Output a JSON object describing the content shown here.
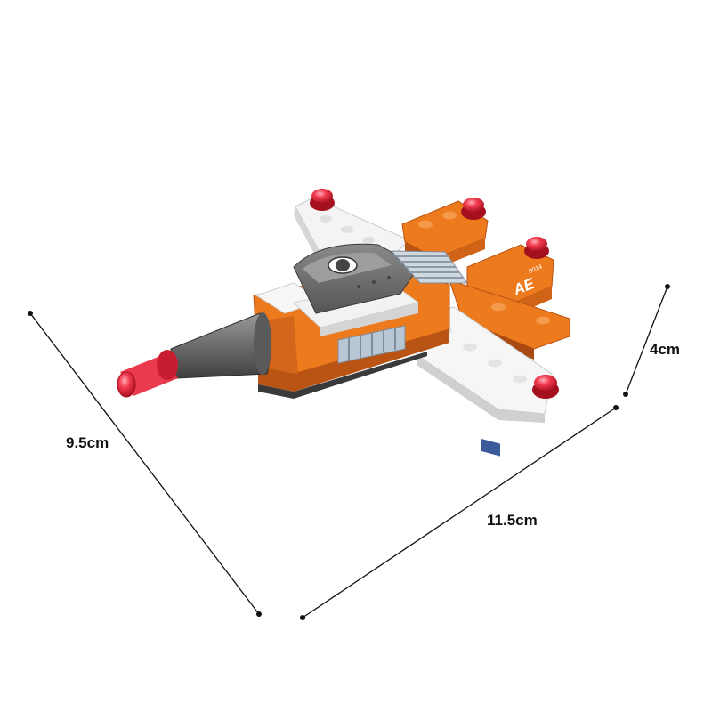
{
  "product": {
    "name_mark": "AE",
    "code_mark": "0014"
  },
  "dimensions": {
    "depth_label": "9.5cm",
    "length_label": "11.5cm",
    "height_label": "4cm"
  },
  "colors": {
    "orange": "#e8731a",
    "orange_dark": "#b95414",
    "white_brick": "#f2f2f2",
    "grey_nose": "#6f6f6f",
    "trans_red": "#e8253a",
    "vent_blue_grey": "#b9c6d3"
  }
}
